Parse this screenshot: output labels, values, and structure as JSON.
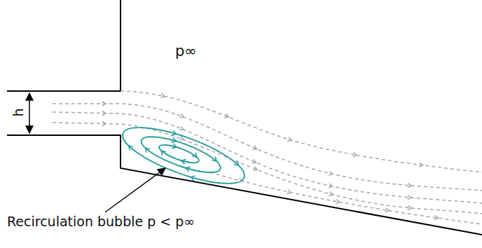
{
  "diagram": {
    "labels": [
      "p∞",
      "h",
      "Recirculation bubble p < p∞"
    ]
  }
}
